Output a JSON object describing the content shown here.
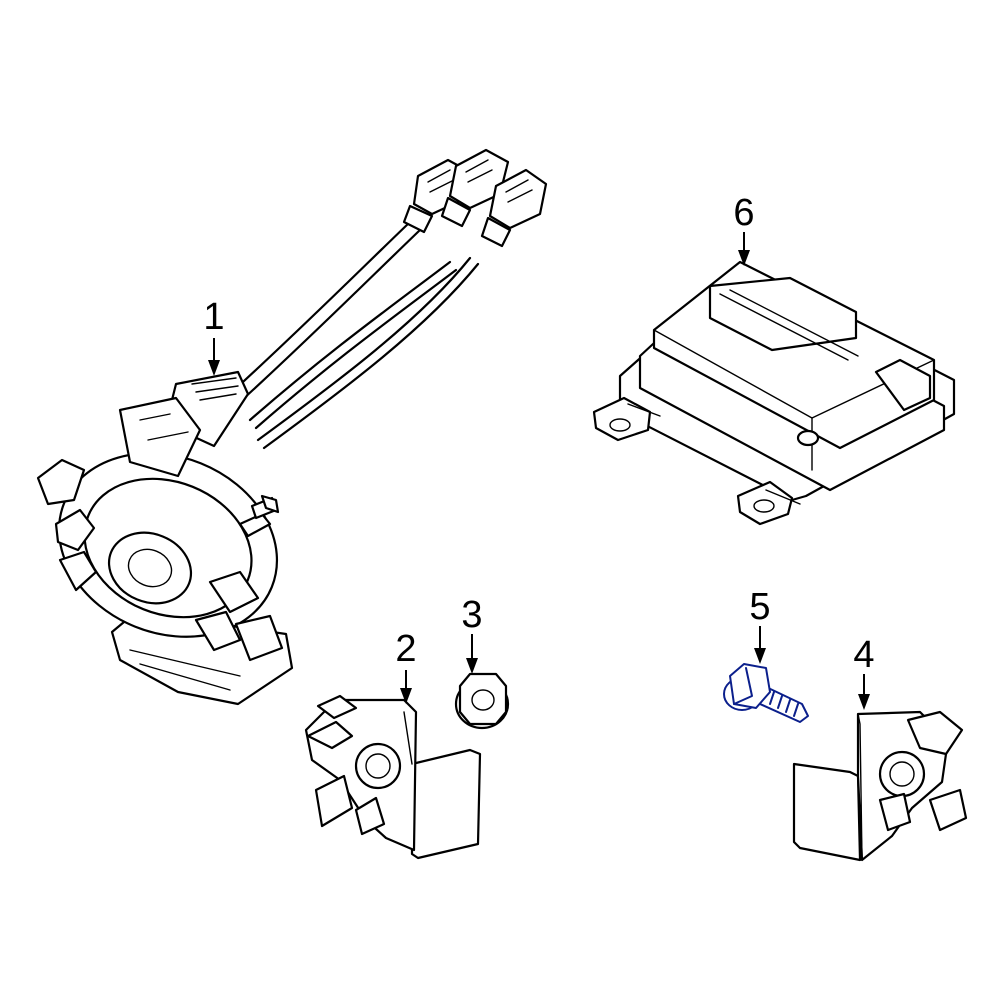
{
  "diagram": {
    "highlight_color": "#2e3fbf",
    "parts": [
      {
        "id": "part-1",
        "callout": "1",
        "name": "clock-spring-with-harness"
      },
      {
        "id": "part-2",
        "callout": "2",
        "name": "impact-sensor-left"
      },
      {
        "id": "part-3",
        "callout": "3",
        "name": "flange-nut"
      },
      {
        "id": "part-4",
        "callout": "4",
        "name": "impact-sensor-right"
      },
      {
        "id": "part-5",
        "callout": "5",
        "name": "bolt",
        "highlighted": true
      },
      {
        "id": "part-6",
        "callout": "6",
        "name": "airbag-control-module"
      }
    ]
  }
}
